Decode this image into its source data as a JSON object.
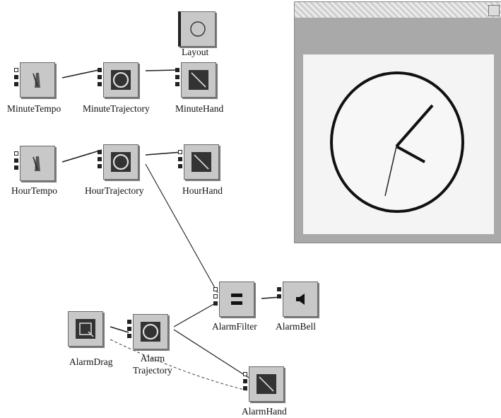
{
  "nodes": [
    {
      "id": "layout",
      "label": "Layout",
      "icon": "circle-outline-icon"
    },
    {
      "id": "minute_tempo",
      "label": "MinuteTempo",
      "icon": "metronome-icon"
    },
    {
      "id": "minute_trajectory",
      "label": "MinuteTrajectory",
      "icon": "ring-icon"
    },
    {
      "id": "minute_hand",
      "label": "MinuteHand",
      "icon": "diagonal-line-icon"
    },
    {
      "id": "hour_tempo",
      "label": "HourTempo",
      "icon": "metronome-icon"
    },
    {
      "id": "hour_trajectory",
      "label": "HourTrajectory",
      "icon": "ring-icon"
    },
    {
      "id": "hour_hand",
      "label": "HourHand",
      "icon": "diagonal-line-icon"
    },
    {
      "id": "alarm_filter",
      "label": "AlarmFilter",
      "icon": "equals-bars-icon"
    },
    {
      "id": "alarm_bell",
      "label": "AlarmBell",
      "icon": "speaker-icon"
    },
    {
      "id": "alarm_drag",
      "label": "AlarmDrag",
      "icon": "drag-square-icon"
    },
    {
      "id": "alarm_trajectory",
      "label": "Alarm\nTrajectory",
      "icon": "ring-icon"
    },
    {
      "id": "alarm_hand",
      "label": "AlarmHand",
      "icon": "diagonal-line-icon"
    }
  ],
  "colors": {
    "box": "#c8c8c8",
    "wire": "#222222",
    "window_bg": "#a9a9a9",
    "clock_face": "#f4f4f4"
  }
}
